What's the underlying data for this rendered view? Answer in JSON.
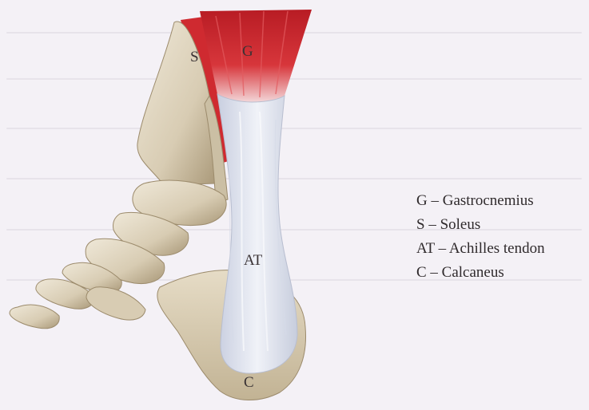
{
  "labels": {
    "g": "G",
    "s": "S",
    "at": "AT",
    "c": "C"
  },
  "legend": [
    "G – Gastrocnemius",
    "S – Soleus",
    "AT – Achilles tendon",
    "C – Calcaneus"
  ],
  "colors": {
    "muscle": "#c9242a",
    "muscle_light": "#e86b6e",
    "tendon": "#e5e8f2",
    "bone": "#ddd3bf",
    "bone_shadow": "#b3a48a",
    "background": "#f4f1f6"
  }
}
